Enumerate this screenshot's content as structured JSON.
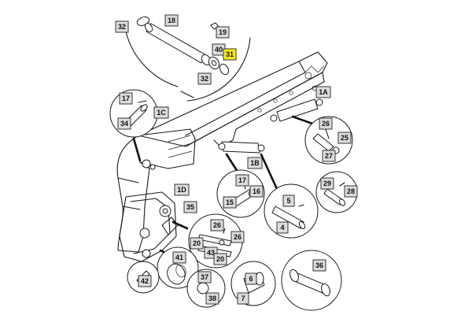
{
  "labels": {
    "l32a": "32",
    "l18": "18",
    "l19": "19",
    "l40": "40",
    "l31": "31",
    "l32b": "32",
    "l1A": "1A",
    "l17a": "17",
    "l34": "34",
    "l1C": "1C",
    "l26a": "26",
    "l25": "25",
    "l27": "27",
    "l1B": "1B",
    "l1D": "1D",
    "l17b": "17",
    "l16": "16",
    "l15": "15",
    "l29": "29",
    "l28": "28",
    "l35": "35",
    "l5": "5",
    "l4": "4",
    "l26b": "26",
    "l26c": "26",
    "l20a": "20",
    "l43": "43",
    "l20b": "20",
    "l41": "41",
    "l42": "42",
    "l37": "37",
    "l38": "38",
    "l6": "6",
    "l7": "7",
    "l36": "36"
  },
  "highlight_color": "#f2ea1c",
  "label_color": "#dcdcdc",
  "highlighted_label": "31"
}
